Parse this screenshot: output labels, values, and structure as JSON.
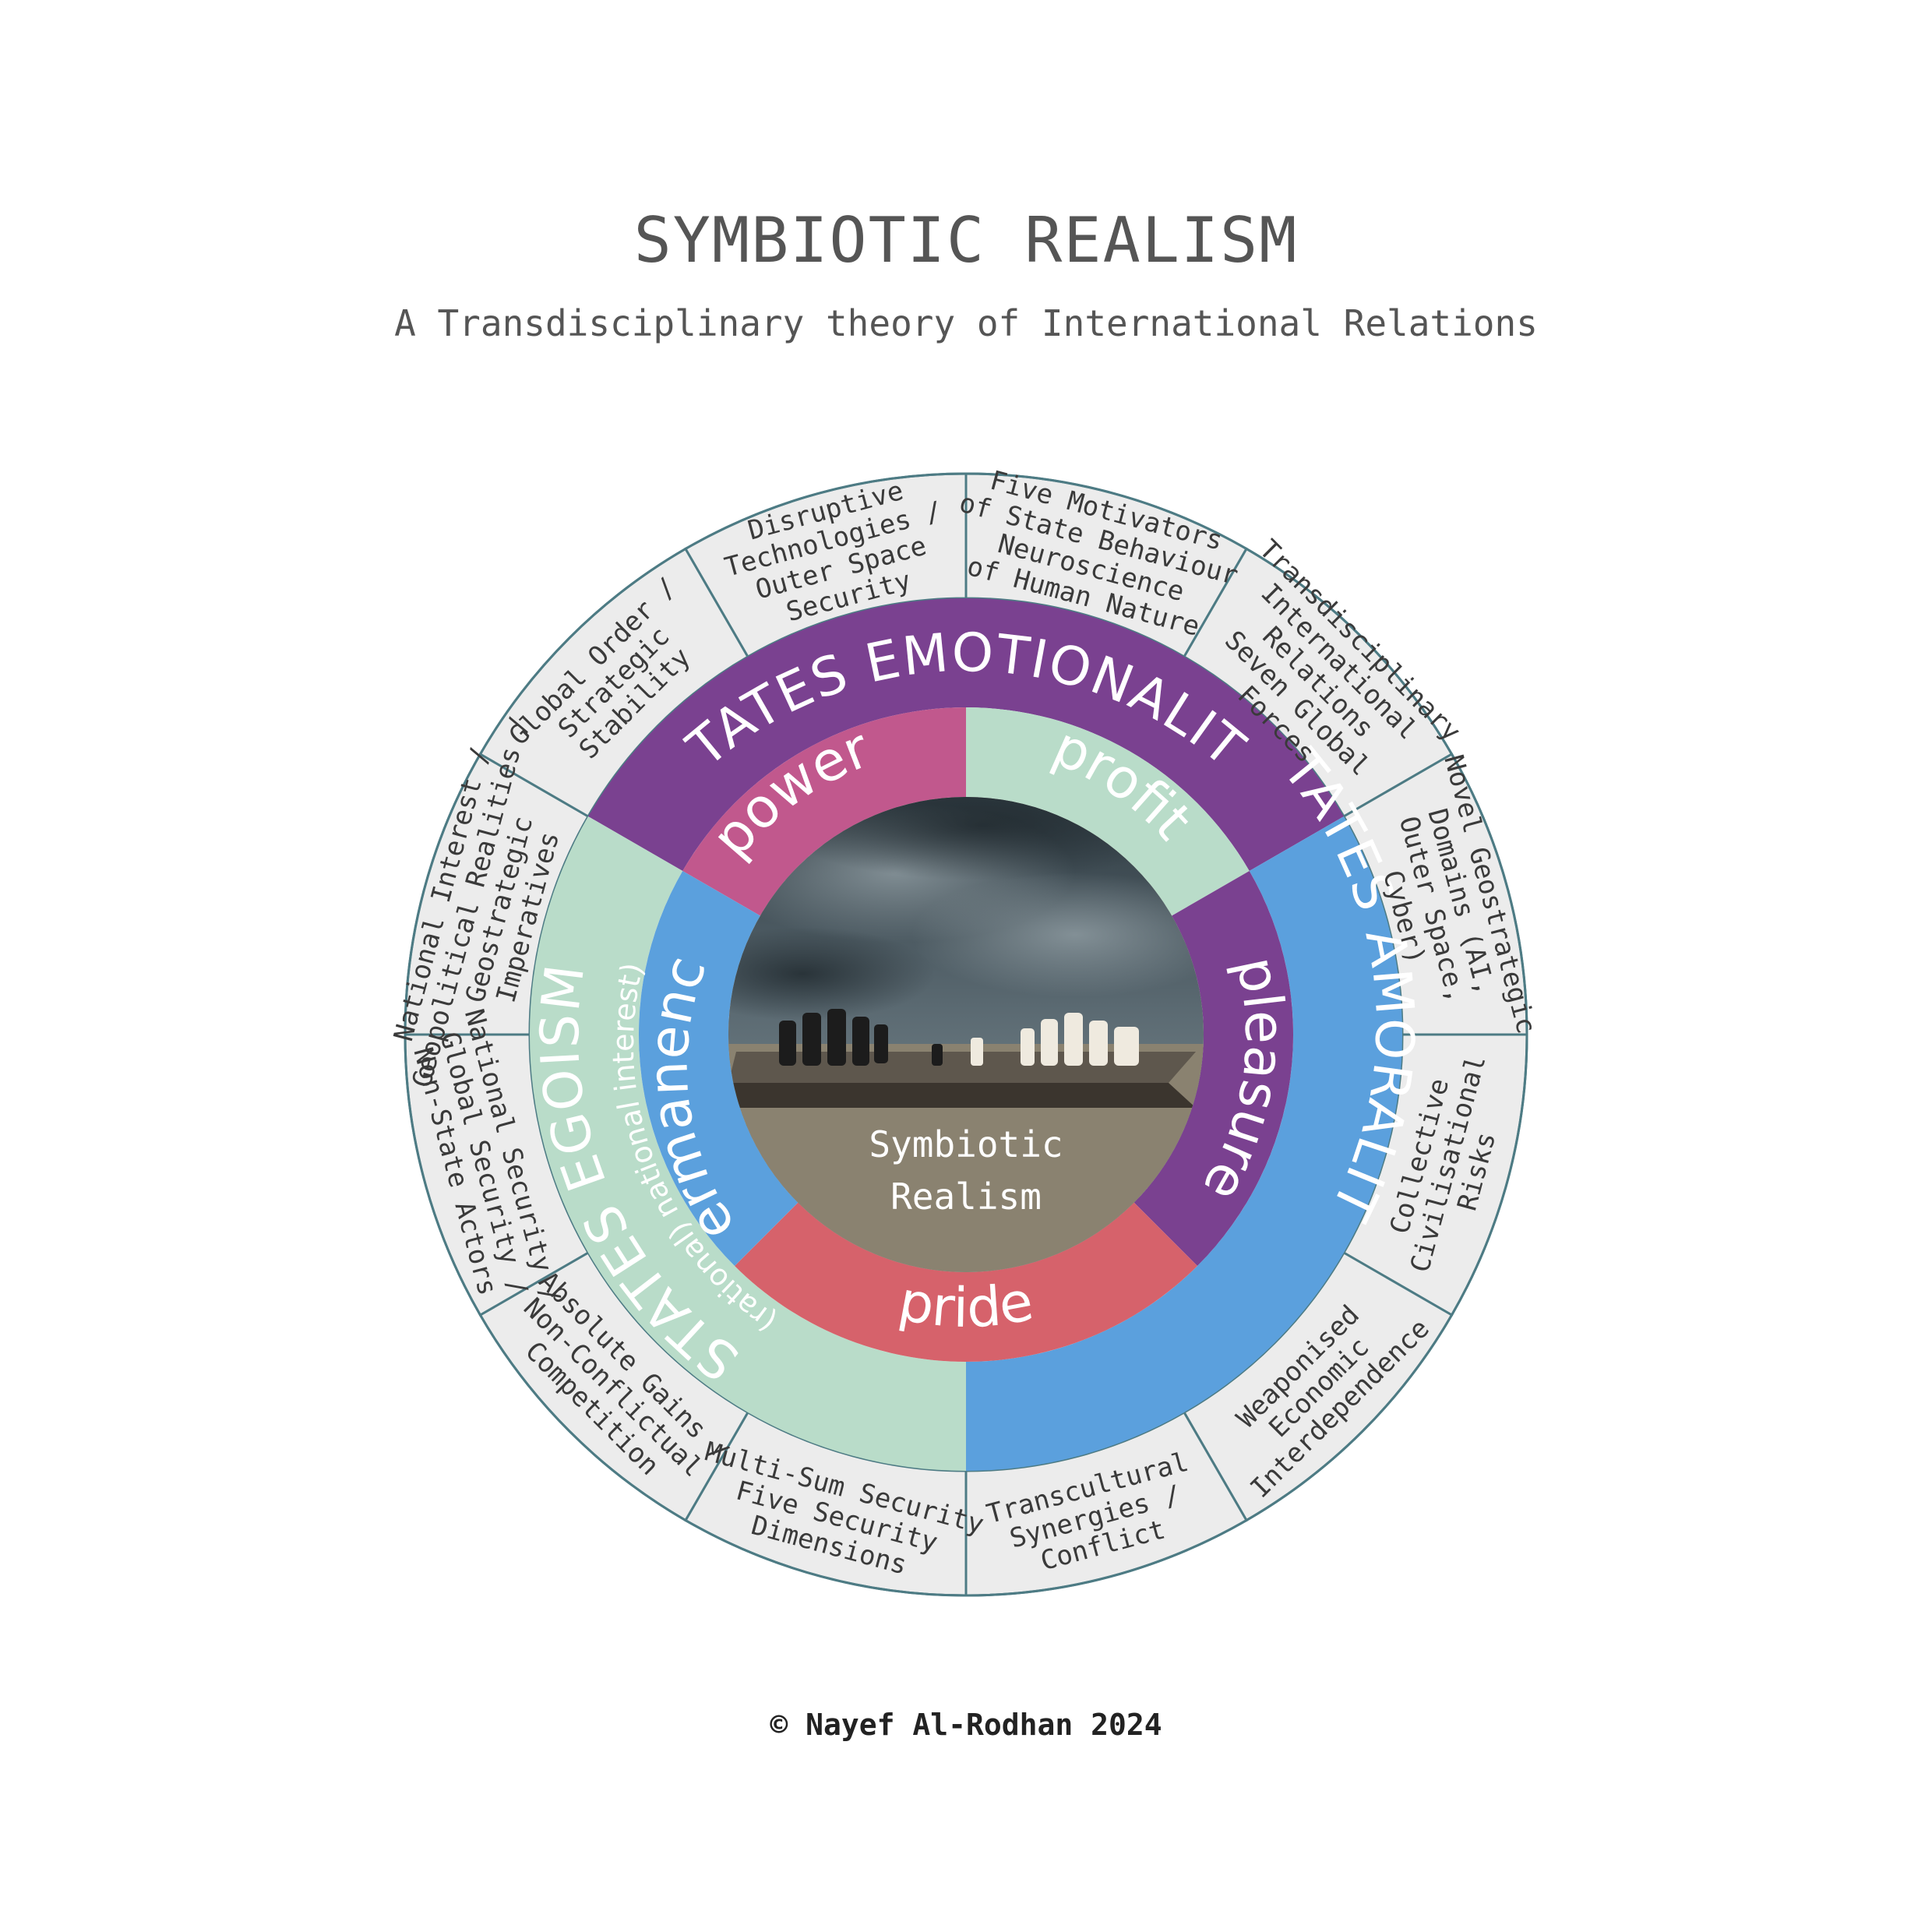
{
  "header": {
    "title": "SYMBIOTIC REALISM",
    "subtitle": "A Transdisciplinary theory of International Relations"
  },
  "footer": {
    "copyright": "© Nayef Al-Rodhan 2024"
  },
  "colors": {
    "purple": "#7a4190",
    "blue": "#5ba0dd",
    "mint": "#b9dcc9",
    "pink": "#c1588d",
    "red": "#d6626b",
    "outer_fill": "#ececec",
    "outer_line": "#4d7b84",
    "center_ground": "#8a8270",
    "sky": "#4a5961"
  },
  "outer_segments": [
    {
      "id": "five-motivators",
      "lines": [
        "Five Motivators",
        "of State Behaviour",
        "Neuroscience",
        "of Human Nature"
      ]
    },
    {
      "id": "transdisciplinary-ir",
      "lines": [
        "Transdisciplinary",
        "International",
        "Relations",
        "Seven Global",
        "Forces"
      ]
    },
    {
      "id": "novel-geostrategic",
      "lines": [
        "Novel Geostrategic",
        "Domains (AI,",
        "Outer Space,",
        "Cyber)"
      ]
    },
    {
      "id": "collective-risks",
      "lines": [
        "Collective",
        "Civilisational",
        "Risks"
      ]
    },
    {
      "id": "weaponised-interdependence",
      "lines": [
        "Weaponised",
        "Economic",
        "Interdependence"
      ]
    },
    {
      "id": "transcultural",
      "lines": [
        "Transcultural",
        "Synergies /",
        "Conflict"
      ]
    },
    {
      "id": "multi-sum-security",
      "lines": [
        "Multi-Sum Security",
        "Five Security",
        "Dimensions"
      ]
    },
    {
      "id": "absolute-gains",
      "lines": [
        "Absolute Gains /",
        "Non-Conflictual",
        "Competition"
      ]
    },
    {
      "id": "national-security",
      "lines": [
        "National Security /",
        "Global Security /",
        "Non-State Actors"
      ]
    },
    {
      "id": "national-interest",
      "lines": [
        "National Interest /",
        "Geopolitical Realities /",
        "Geostrategic",
        "Imperatives"
      ]
    },
    {
      "id": "global-order",
      "lines": [
        "Global Order /",
        "Strategic",
        "Stability"
      ]
    },
    {
      "id": "disruptive-tech",
      "lines": [
        "Disruptive",
        "Technologies /",
        "Outer Space",
        "Security"
      ]
    }
  ],
  "bands": {
    "emotionality": "STATES EMOTIONALITY",
    "amorality": "STATES AMORALITY",
    "egoism": "STATES EGOISM",
    "egoism_sub": "(rational) national interest)"
  },
  "inner": {
    "power": "power",
    "profit": "profit",
    "pleasure": "pleasure",
    "pride": "pride",
    "permanency": "permanency"
  },
  "center": {
    "line1": "Symbiotic",
    "line2": "Realism"
  }
}
